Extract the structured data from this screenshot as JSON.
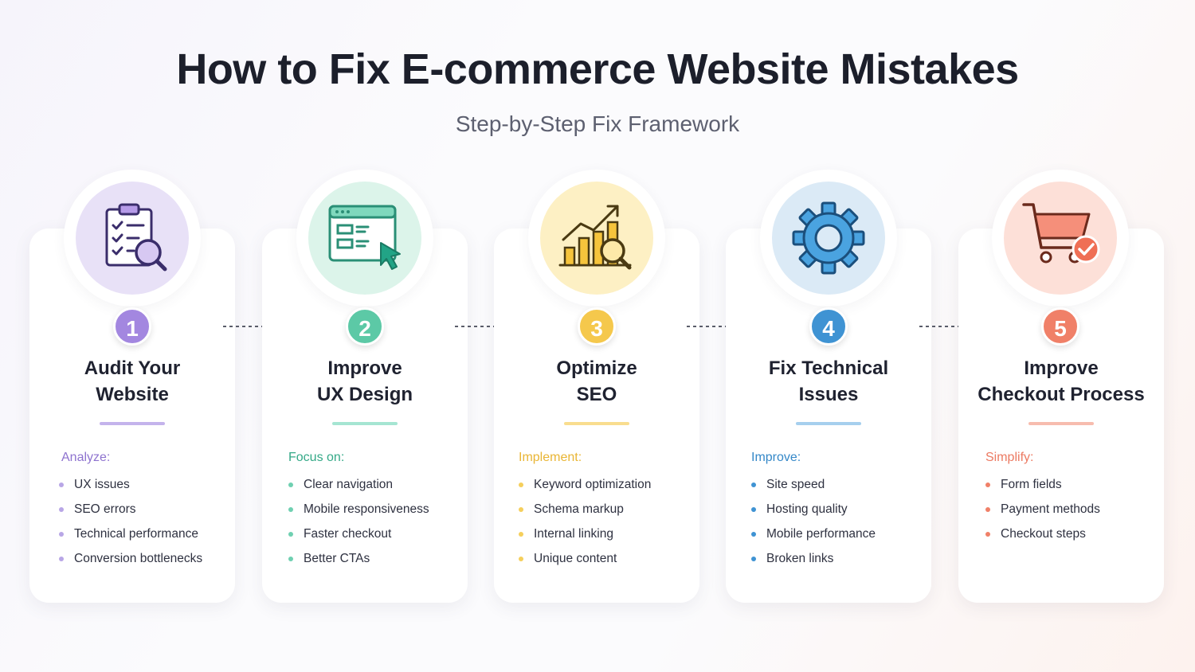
{
  "header": {
    "title": "How to Fix E-commerce Website Mistakes",
    "subtitle": "Step-by-Step Fix Framework"
  },
  "steps": [
    {
      "number": "1",
      "title_line1": "Audit Your",
      "title_line2": "Website",
      "section_label": "Analyze:",
      "icon": "clipboard-magnifier-icon",
      "color": "#a387e0",
      "items": [
        "UX issues",
        "SEO errors",
        "Technical performance",
        "Conversion bottlenecks"
      ]
    },
    {
      "number": "2",
      "title_line1": "Improve",
      "title_line2": "UX Design",
      "section_label": "Focus on:",
      "icon": "browser-cursor-icon",
      "color": "#5cc9a6",
      "items": [
        "Clear navigation",
        "Mobile responsiveness",
        "Faster checkout",
        "Better CTAs"
      ]
    },
    {
      "number": "3",
      "title_line1": "Optimize",
      "title_line2": "SEO",
      "section_label": "Implement:",
      "icon": "growth-chart-magnifier-icon",
      "color": "#f5c84c",
      "items": [
        "Keyword optimization",
        "Schema markup",
        "Internal linking",
        "Unique content"
      ]
    },
    {
      "number": "4",
      "title_line1": "Fix Technical",
      "title_line2": "Issues",
      "section_label": "Improve:",
      "icon": "gear-icon",
      "color": "#3f93d3",
      "items": [
        "Site speed",
        "Hosting quality",
        "Mobile performance",
        "Broken links"
      ]
    },
    {
      "number": "5",
      "title_line1": "Improve",
      "title_line2": "Checkout Process",
      "section_label": "Simplify:",
      "icon": "cart-check-icon",
      "color": "#f08068",
      "items": [
        "Form fields",
        "Payment methods",
        "Checkout steps"
      ]
    }
  ]
}
